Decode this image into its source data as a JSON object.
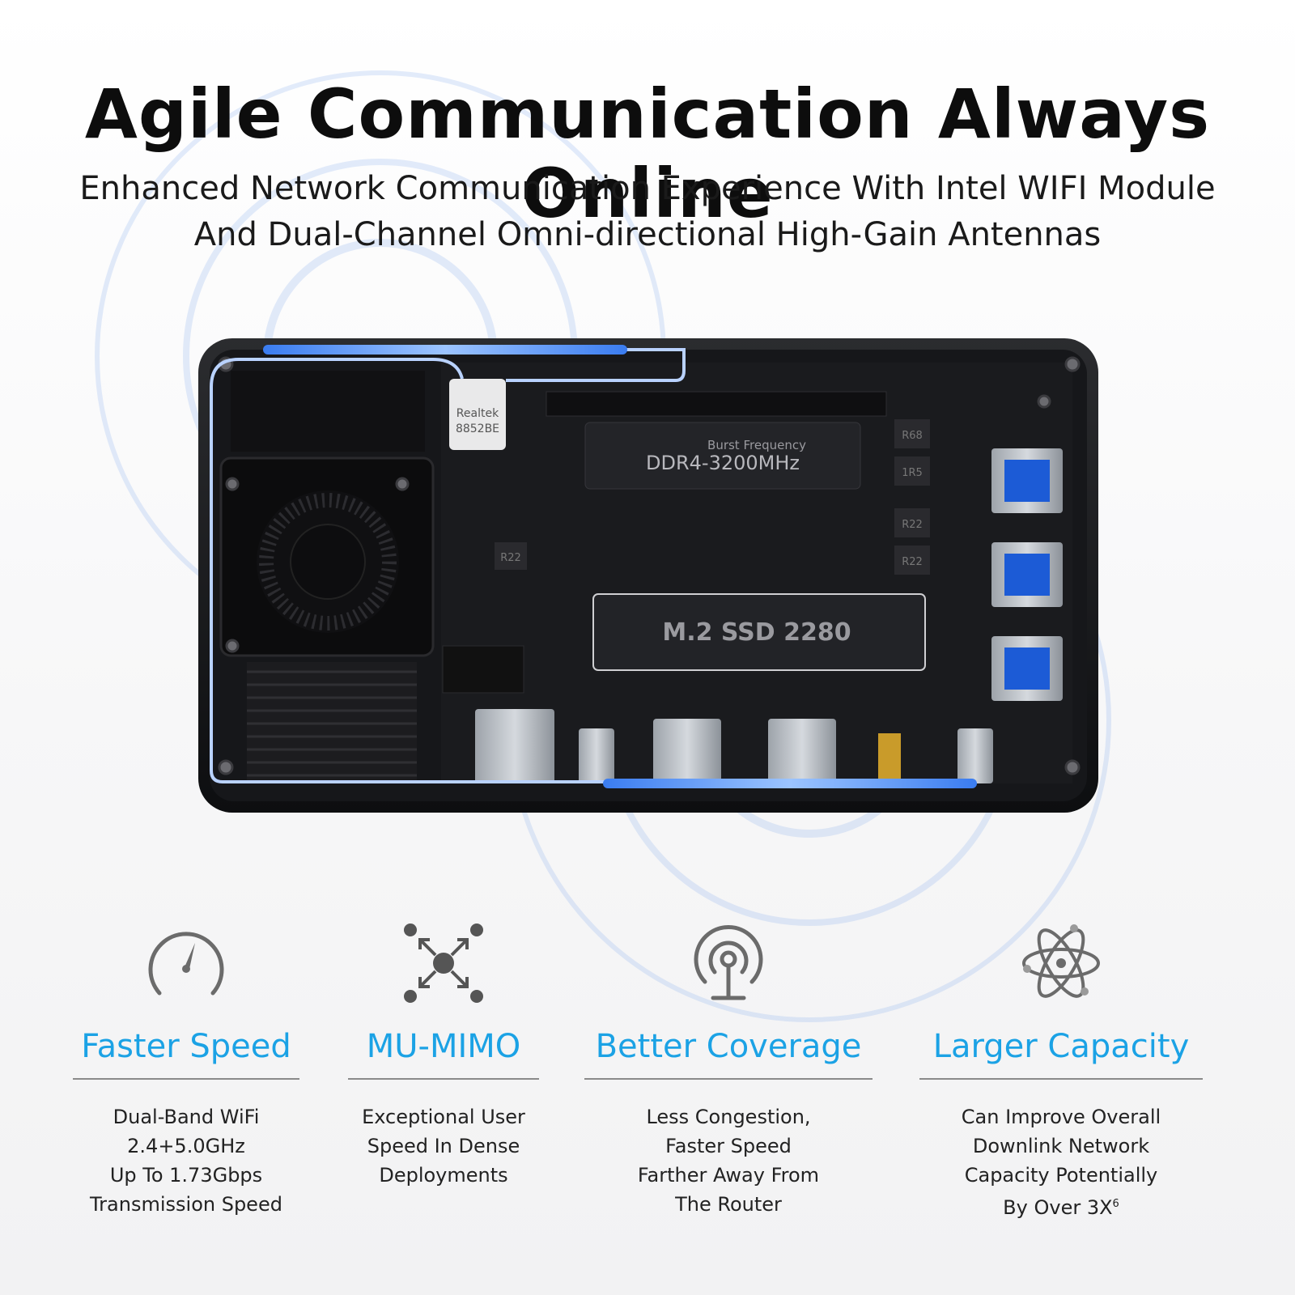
{
  "header": {
    "title": "Agile Communication Always Online",
    "subtitle_line1": "Enhanced Network Communication Experience With Intel WIFI Module",
    "subtitle_line2": "And Dual-Channel Omni-directional High-Gain Antennas"
  },
  "board": {
    "wifi_chip_line1": "Realtek",
    "wifi_chip_line2": "8852BE",
    "ram_caption": "Burst Frequency",
    "ram_label": "DDR4-3200MHz",
    "ssd_label": "M.2 SSD  2280",
    "component_labels": [
      "R68",
      "1R5",
      "R22",
      "R22",
      "R22"
    ]
  },
  "features": [
    {
      "icon": "speedometer-icon",
      "title": "Faster Speed",
      "desc": [
        "Dual-Band WiFi",
        "2.4+5.0GHz",
        "Up To 1.73Gbps",
        "Transmission Speed"
      ]
    },
    {
      "icon": "mu-mimo-network-icon",
      "title": "MU-MIMO",
      "desc": [
        "Exceptional User",
        "Speed In Dense",
        "Deployments"
      ]
    },
    {
      "icon": "broadcast-antenna-icon",
      "title": "Better Coverage",
      "desc": [
        "Less Congestion,",
        "Faster Speed",
        "Farther Away From",
        "The Router"
      ]
    },
    {
      "icon": "atom-icon",
      "title": "Larger Capacity",
      "desc": [
        "Can Improve Overall",
        "Downlink Network",
        "Capacity Potentially",
        "By Over 3X"
      ],
      "footnote": "6"
    }
  ],
  "colors": {
    "accent": "#1ba2e5",
    "antenna": "#4a90f5",
    "board": "#141517"
  }
}
